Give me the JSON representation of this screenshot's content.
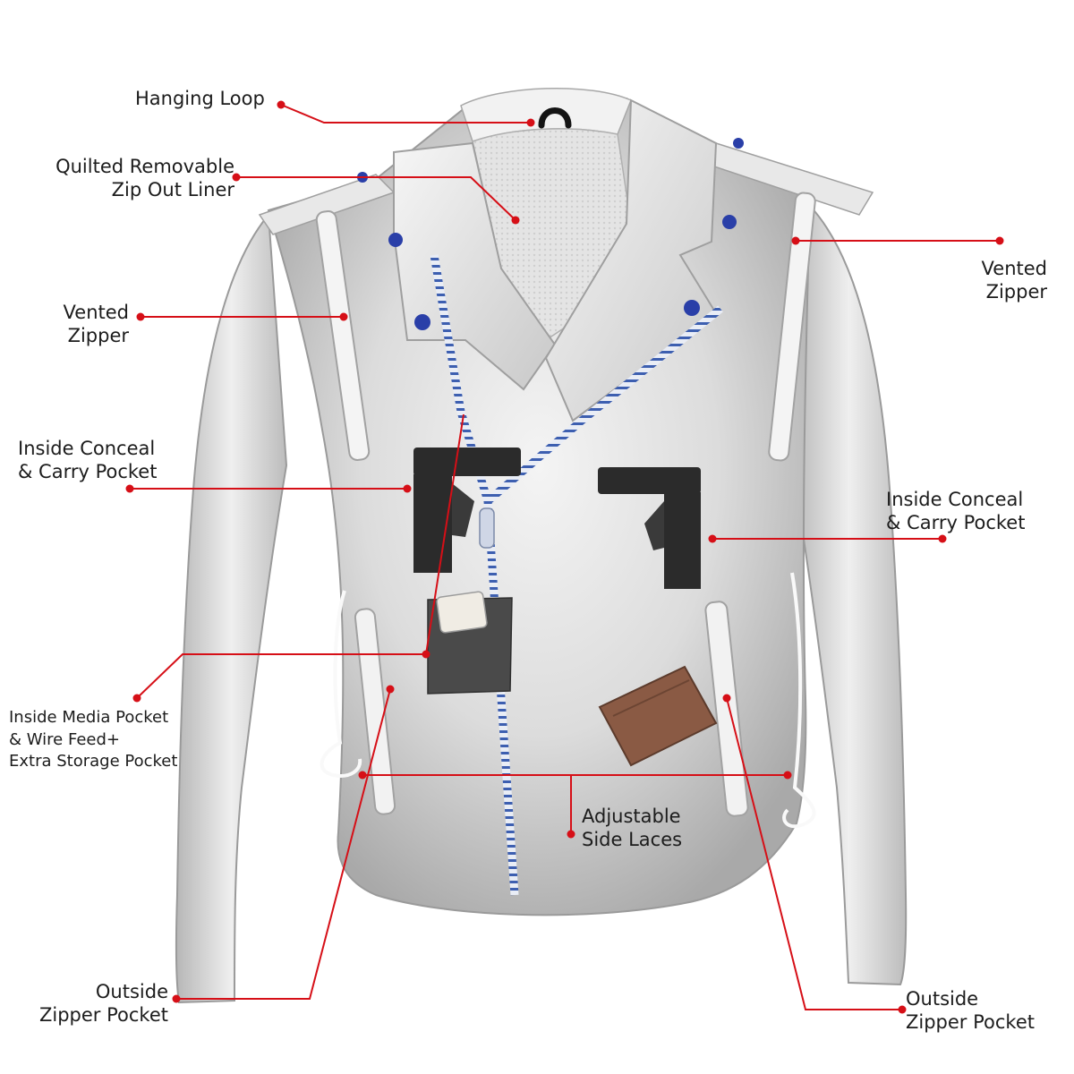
{
  "title": "",
  "colors": {
    "callout": "#d60f17",
    "jacket_base": "#c4c4c4",
    "jacket_highlight": "#f8f8f8",
    "stud": "#2a3fa8",
    "zipper_teeth": "#3d5fb0",
    "gun": "#2b2b2b",
    "wallet": "#8a5a44",
    "pouch": "#4a4a4a"
  },
  "callouts": [
    {
      "key": "hanging-loop",
      "lines": [
        "Hanging Loop"
      ]
    },
    {
      "key": "zip-out-liner",
      "lines": [
        "Quilted Removable",
        "Zip Out Liner"
      ]
    },
    {
      "key": "vented-zipper-left",
      "lines": [
        "Vented",
        "Zipper"
      ]
    },
    {
      "key": "vented-zipper-right",
      "lines": [
        "Vented",
        "Zipper"
      ]
    },
    {
      "key": "conceal-pocket-left",
      "lines": [
        "Inside Conceal",
        "& Carry Pocket"
      ]
    },
    {
      "key": "conceal-pocket-right",
      "lines": [
        "Inside Conceal",
        "& Carry Pocket"
      ]
    },
    {
      "key": "media-pocket",
      "lines": [
        "Inside Media Pocket",
        "& Wire Feed+",
        "Extra Storage Pocket"
      ]
    },
    {
      "key": "side-laces",
      "lines": [
        "Adjustable",
        "Side Laces"
      ]
    },
    {
      "key": "outside-pocket-left",
      "lines": [
        "Outside",
        "Zipper Pocket"
      ]
    },
    {
      "key": "outside-pocket-right",
      "lines": [
        "Outside",
        "Zipper Pocket"
      ]
    }
  ]
}
